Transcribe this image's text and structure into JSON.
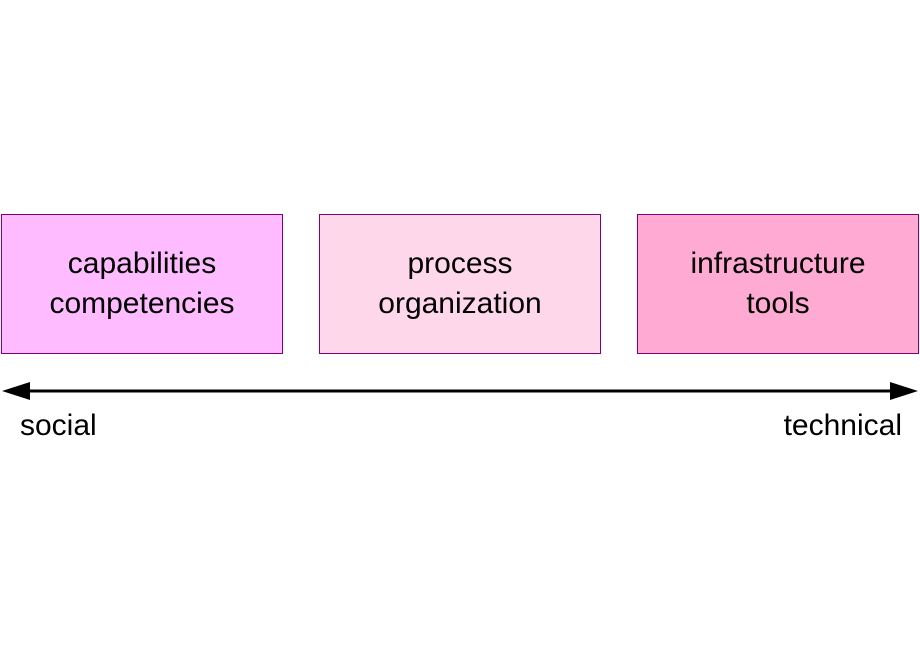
{
  "boxes": [
    {
      "lines": [
        "capabilities",
        "competencies"
      ],
      "fill": "#ffbbff"
    },
    {
      "lines": [
        "process",
        "organization"
      ],
      "fill": "#ffd7ea"
    },
    {
      "lines": [
        "infrastructure",
        "tools"
      ],
      "fill": "#ffaad3"
    }
  ],
  "axis": {
    "left_label": "social",
    "right_label": "technical",
    "color": "#000000"
  },
  "colors": {
    "box_border": "#800080",
    "background": "#ffffff"
  }
}
